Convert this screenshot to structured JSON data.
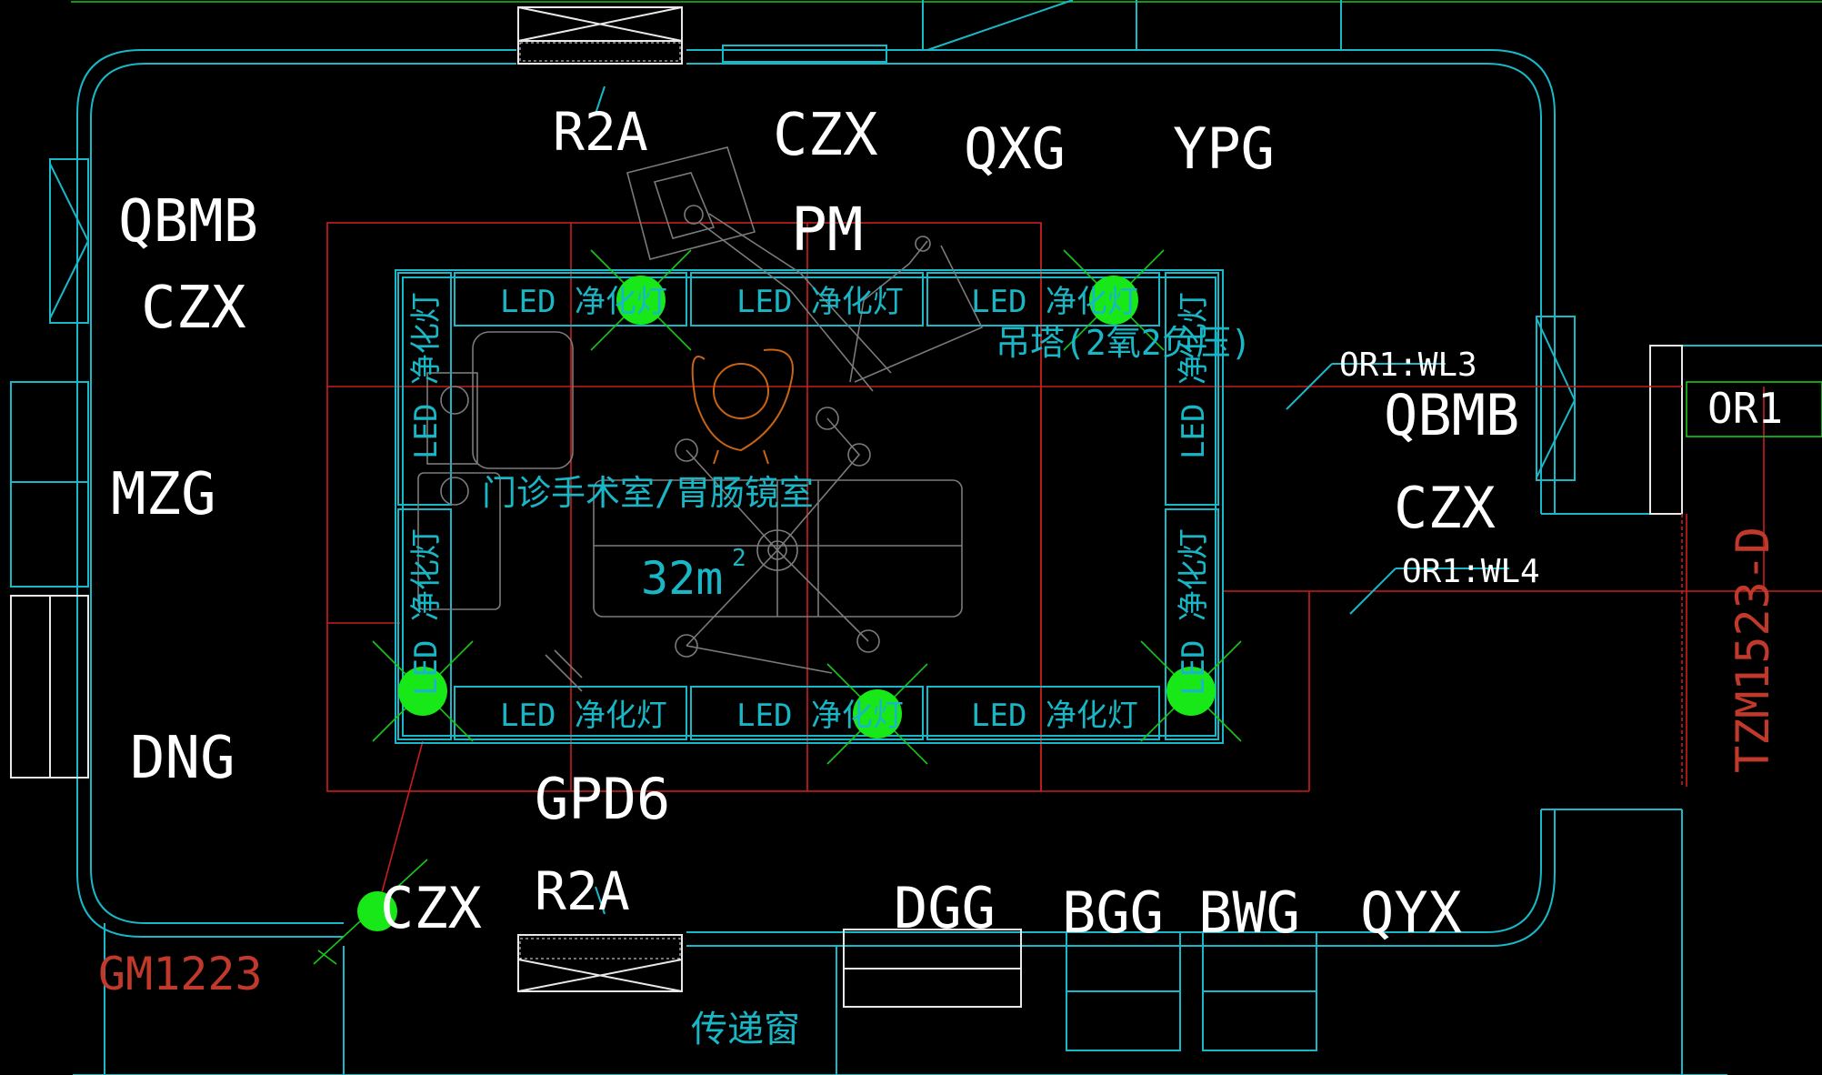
{
  "room": {
    "name": "门诊手术室/胃肠镜室",
    "area": "32m",
    "area_sup": "2"
  },
  "equipment_labels": {
    "r2a_top": "R2A",
    "czx_top": "CZX",
    "pm": "PM",
    "qxg": "QXG",
    "ypg": "YPG",
    "qbmb_left": "QBMB",
    "czx_left": "CZX",
    "mzg": "MZG",
    "dng": "DNG",
    "gpd6": "GPD6",
    "r2a_bottom": "R2A",
    "czx_bottom": "CZX",
    "dgg": "DGG",
    "bgg": "BGG",
    "bwg": "BWG",
    "qyx": "QYX",
    "qbmb_right": "QBMB",
    "czx_right": "CZX",
    "pendant": "吊塔(2氧2负压)",
    "pass_window": "传递窗"
  },
  "door_labels": {
    "gm": "GM1223",
    "tzm": "TZM1523-D"
  },
  "circuit_labels": {
    "wl3": "OR1:WL3",
    "wl4": "OR1:WL4",
    "or1": "OR1"
  },
  "light_panels": {
    "top": [
      "LED 净化灯",
      "LED 净化灯",
      "LED 净化灯"
    ],
    "bottom": [
      "LED 净化灯",
      "LED 净化灯",
      "LED 净化灯"
    ],
    "left": [
      "LED 净化灯",
      "LED 净化灯"
    ],
    "right": [
      "LED 净化灯",
      "LED 净化灯"
    ]
  },
  "colors": {
    "wall": "#18b8c8",
    "furniture": "#e8e8e8",
    "wiring": "#c81e1e",
    "light_fixture": "#18e818",
    "background": "#000000"
  }
}
